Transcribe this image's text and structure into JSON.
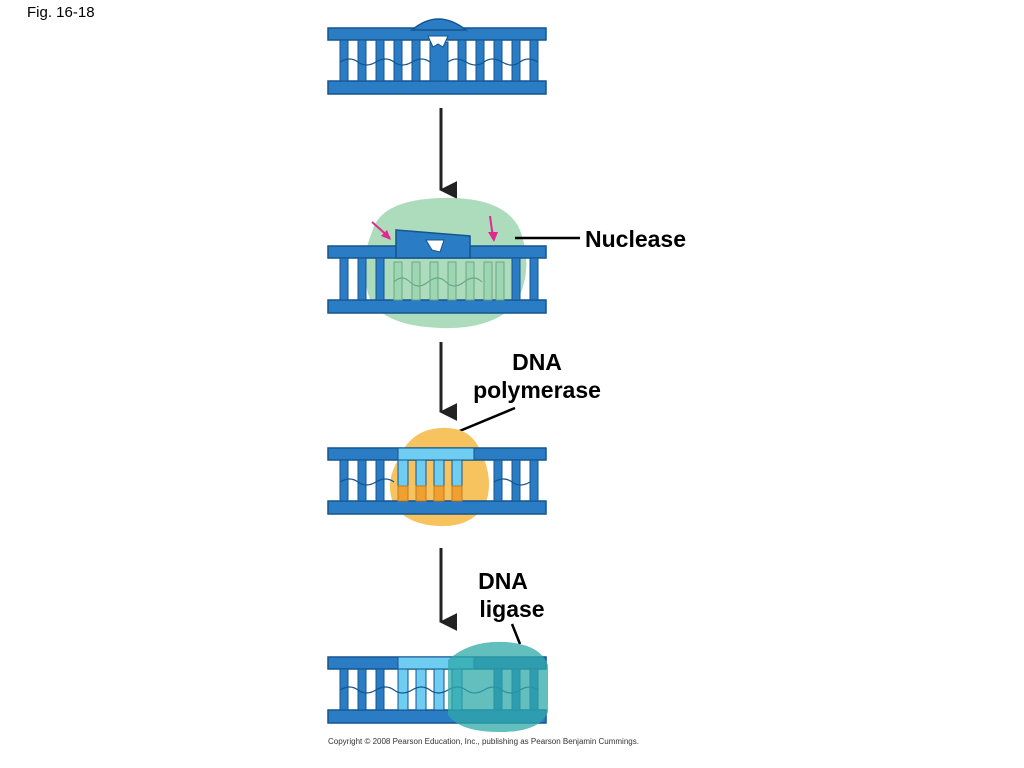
{
  "figure_label": "Fig. 16-18",
  "labels": {
    "nuclease": "Nuclease",
    "dna_polymerase_line1": "DNA",
    "dna_polymerase_line2": "polymerase",
    "dna_ligase_line1": "DNA",
    "dna_ligase_line2": "ligase"
  },
  "copyright": "Copyright © 2008 Pearson Education, Inc., publishing as Pearson Benjamin Cummings.",
  "colors": {
    "dna_strand": "#2a7dc4",
    "dna_outline": "#14558f",
    "new_dna": "#6ecdf0",
    "nuclease": "#9fd6b2",
    "polymerase": "#f7c35f",
    "ligase": "#2fa8a8",
    "cut_arrow": "#e02a8f",
    "step_arrow": "#222222"
  }
}
